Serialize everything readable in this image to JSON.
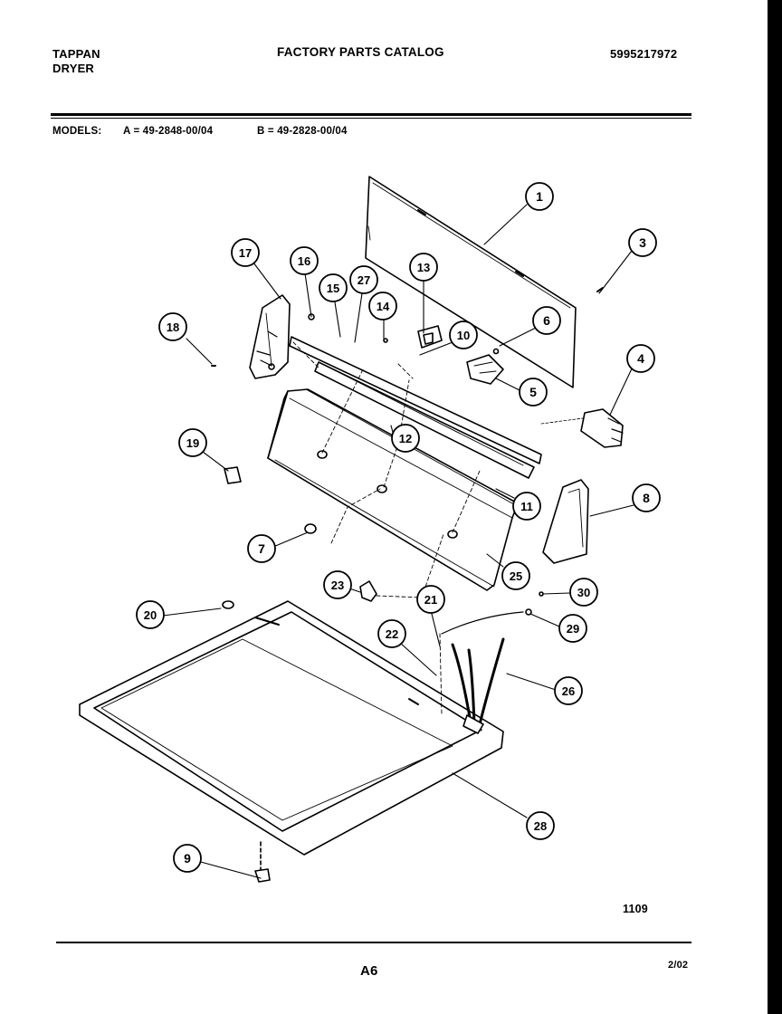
{
  "header": {
    "brand": "TAPPAN",
    "product": "DRYER",
    "title": "FACTORY PARTS CATALOG",
    "catalog_number": "5995217972"
  },
  "models": {
    "label": "MODELS:",
    "model_a": "A = 49-2848-00/04",
    "model_b": "B = 49-2828-00/04"
  },
  "callouts": [
    "1",
    "3",
    "4",
    "5",
    "6",
    "7",
    "8",
    "9",
    "10",
    "11",
    "12",
    "13",
    "14",
    "15",
    "16",
    "17",
    "18",
    "19",
    "20",
    "21",
    "22",
    "23",
    "25",
    "26",
    "27",
    "28",
    "29",
    "30"
  ],
  "footer": {
    "code": "1109",
    "page": "A6",
    "date": "2/02"
  }
}
